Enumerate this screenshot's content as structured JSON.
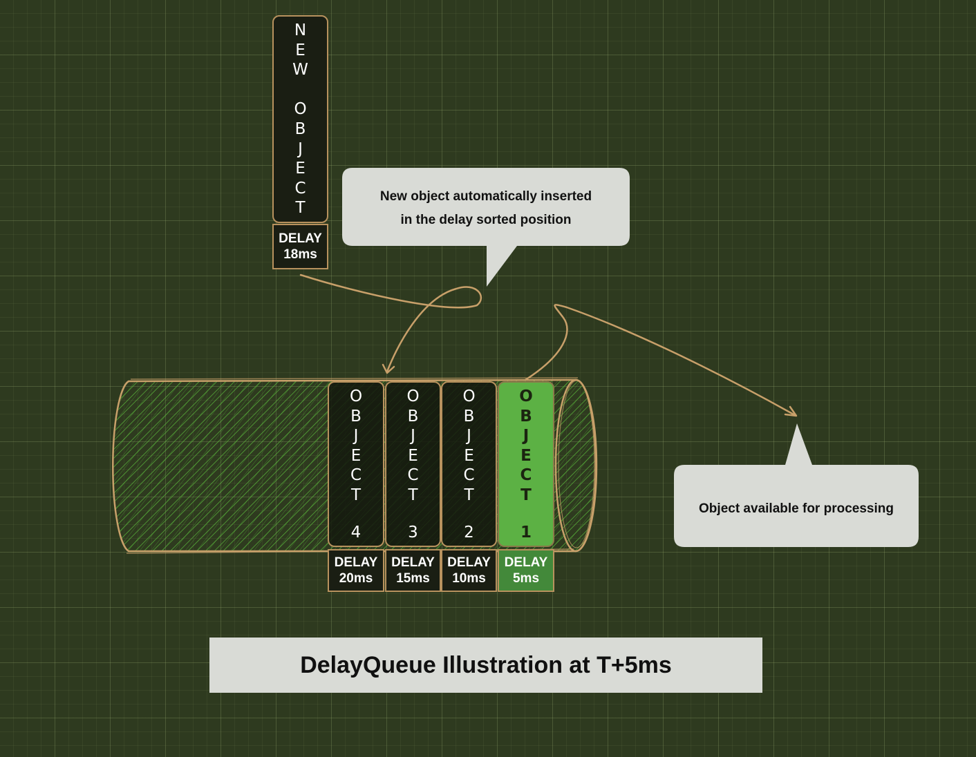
{
  "colors": {
    "background": "#2e3a1f",
    "accent_outline": "#c8a06a",
    "hatch_green": "#5cbc3c",
    "ready_object": "#5cb144",
    "ready_delay": "#43893a",
    "dark_box": "#1a1e13",
    "callout": "#d9dbd6"
  },
  "new_object": {
    "label_lines": [
      "N",
      "E",
      "W",
      "",
      "O",
      "B",
      "J",
      "E",
      "C",
      "T"
    ],
    "delay_label": "DELAY",
    "delay_value": "18ms"
  },
  "callouts": {
    "insert_note": {
      "line1": "New object automatically inserted",
      "line2": "in the delay sorted position"
    },
    "available_note": "Object available for processing"
  },
  "queue": {
    "objects": [
      {
        "letters": [
          "O",
          "B",
          "J",
          "E",
          "C",
          "T"
        ],
        "index": "4",
        "delay_label": "DELAY",
        "delay_value": "20ms",
        "ready": false
      },
      {
        "letters": [
          "O",
          "B",
          "J",
          "E",
          "C",
          "T"
        ],
        "index": "3",
        "delay_label": "DELAY",
        "delay_value": "15ms",
        "ready": false
      },
      {
        "letters": [
          "O",
          "B",
          "J",
          "E",
          "C",
          "T"
        ],
        "index": "2",
        "delay_label": "DELAY",
        "delay_value": "10ms",
        "ready": false
      },
      {
        "letters": [
          "O",
          "B",
          "J",
          "E",
          "C",
          "T"
        ],
        "index": "1",
        "delay_label": "DELAY",
        "delay_value": "5ms",
        "ready": true
      }
    ]
  },
  "caption": "DelayQueue Illustration at T+5ms"
}
